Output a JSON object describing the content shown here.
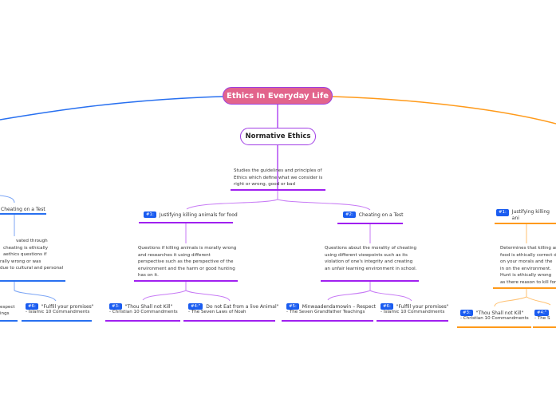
{
  "root": {
    "title": "Ethics In Everyday Life"
  },
  "branch": {
    "title": "Normative Ethics",
    "description": "Studies the guidelines and principles of Ethics which define what we consider is right or wrong, good or bad"
  },
  "topics": [
    {
      "tag": "#1:",
      "label": "Justifying killing animals for food",
      "description": "Questions if killing animals is morally wrong and researches it using different perspective such as the perspective of the environment and the harm or good hunting has on it.",
      "children": [
        {
          "tag": "#3:",
          "quote": "\"Thou Shall not Kill\"",
          "source": "- Christian 10 Commandments"
        },
        {
          "tag": "#4:\"",
          "quote": "Do not Eat from a live Animal\"",
          "source": "- The Seven Laws of Noah"
        }
      ]
    },
    {
      "tag": "#2:",
      "label": "Cheating on a Test",
      "description": "Questions about the morality of cheating using different viewpoints such as its violation of one's integrity and creating an unfair learning environment in school.",
      "children": [
        {
          "tag": "#5:",
          "quote": "Minwaadendamowin – Respect",
          "source": "- The Seven Grandfather Teachings"
        },
        {
          "tag": "#6:",
          "quote": "\"Fulfill your promises\"",
          "source": "- Islamic 10 Commandments"
        }
      ]
    }
  ],
  "left_partial": {
    "label": "Cheating on a Test",
    "description_lines": [
      "vated through",
      "cheating is ethically",
      "aethics questions if",
      "rally wrong or was",
      "due to cultural and personal"
    ],
    "child_a": [
      "espect",
      "ings"
    ],
    "child_b": {
      "tag": "#6:",
      "quote": "\"Fulfill your promises\"",
      "source": "- Islamic 10 Commandments"
    }
  },
  "right_partial": {
    "tag": "#1:",
    "label": "Justifying killing ani",
    "description": "Determines that killing ar food is ethically correct d on your morals and the in on the environment. Hunt is ethically wrong as there reason to kill for fun.",
    "child_a": {
      "tag": "#3:",
      "quote": "\"Thou Shall not Kill\"",
      "source": "- Christian 10 Commandments"
    },
    "child_b": {
      "tag": "#4:\"",
      "source": "- The S"
    }
  },
  "colors": {
    "root": "#e2648c",
    "purple": "#a020f0",
    "blue": "#2870f0",
    "orange": "#ff9a1a",
    "tag": "#1a5cf0"
  }
}
